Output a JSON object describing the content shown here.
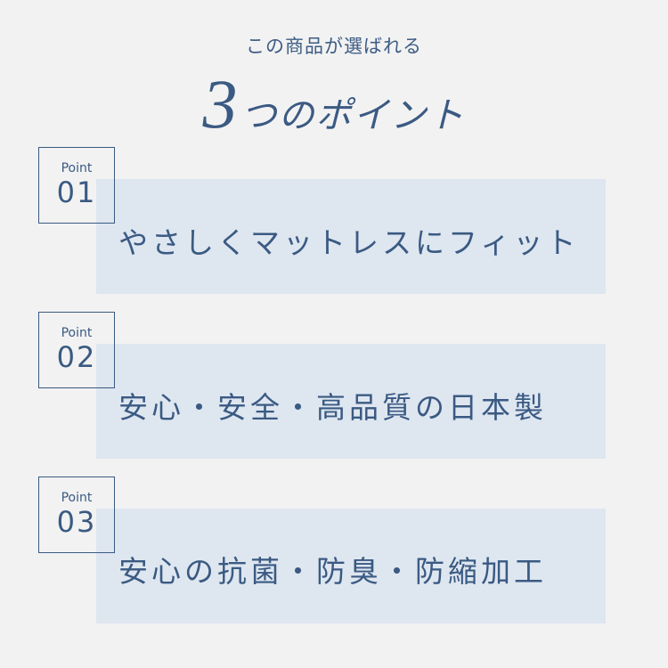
{
  "header": {
    "subtitle": "この商品が選ばれる",
    "title_number": "3",
    "title_rest": "つのポイント"
  },
  "points": [
    {
      "label": "Point",
      "number": "01",
      "text": "やさしくマットレスにフィット"
    },
    {
      "label": "Point",
      "number": "02",
      "text": "安心・安全・高品質の日本製"
    },
    {
      "label": "Point",
      "number": "03",
      "text": "安心の抗菌・防臭・防縮加工"
    }
  ],
  "colors": {
    "background": "#f2f2f2",
    "panel": "#dee6f0",
    "accent": "#3a5a82"
  }
}
